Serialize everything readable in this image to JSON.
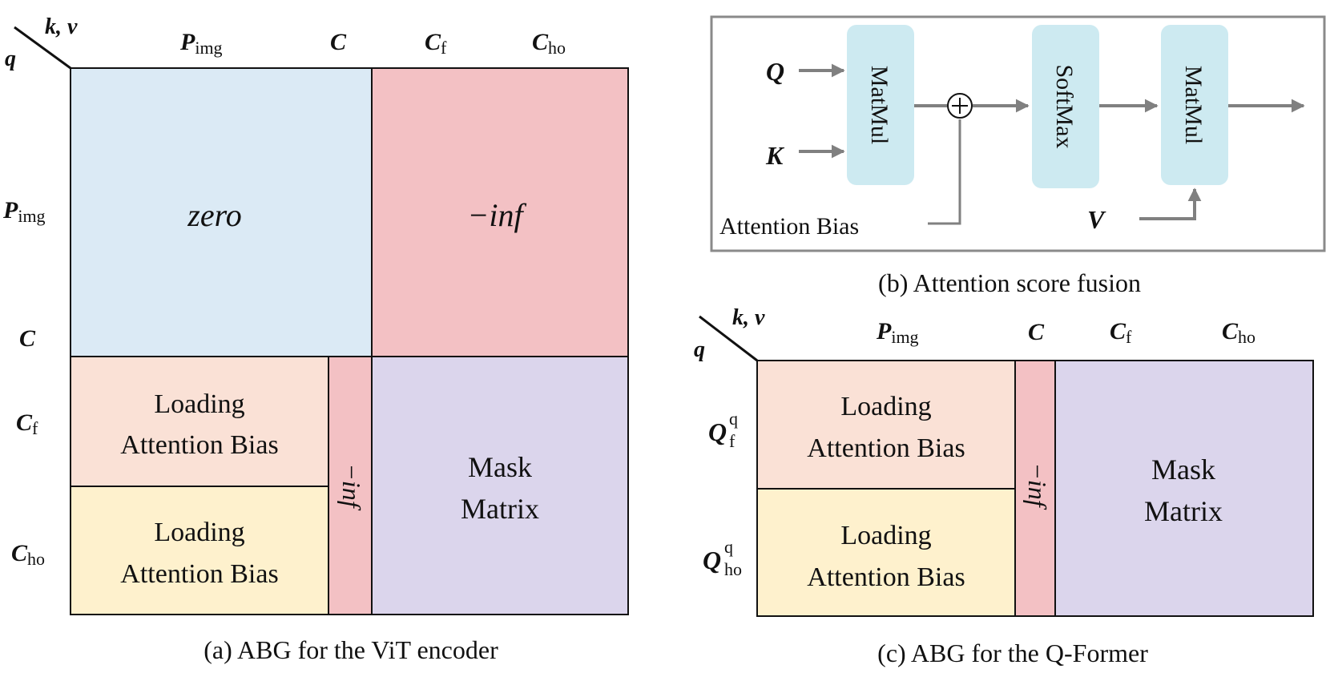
{
  "colors": {
    "blue": "#dbeaf5",
    "red": "#f3c1c4",
    "peach": "#fae1d6",
    "yellow": "#fef1cd",
    "lavender": "#dbd5ec",
    "box": "#cdeaf1",
    "arrow": "#808080",
    "border": "#8a8a8a"
  },
  "panel_a": {
    "corner_q": "q",
    "corner_kv": "k, v",
    "col_headers": [
      {
        "base": "P",
        "sub": "img"
      },
      {
        "base": "C",
        "sub": ""
      },
      {
        "base": "C",
        "sub": "f"
      },
      {
        "base": "C",
        "sub": "ho"
      }
    ],
    "row_headers": [
      {
        "base": "P",
        "sub": "img"
      },
      {
        "base": "C",
        "sub": ""
      },
      {
        "base": "C",
        "sub": "f"
      },
      {
        "base": "C",
        "sub": "ho"
      }
    ],
    "cell_zero": "zero",
    "cell_neg_inf_top": "−inf",
    "cell_neg_inf_strip": "−inf",
    "bias_f": [
      "Loading",
      "Attention Bias"
    ],
    "bias_ho": [
      "Loading",
      "Attention Bias"
    ],
    "mask": [
      "Mask",
      "Matrix"
    ],
    "caption": "(a) ABG for the ViT encoder"
  },
  "panel_b": {
    "q_label": "Q",
    "k_label": "K",
    "v_label": "V",
    "matmul1": "MatMul",
    "softmax": "SoftMax",
    "matmul2": "MatMul",
    "plus": "+",
    "bias_label": "Attention Bias",
    "caption": "(b) Attention score fusion"
  },
  "panel_c": {
    "corner_q": "q",
    "corner_kv": "k, v",
    "col_headers": [
      {
        "base": "P",
        "sub": "img"
      },
      {
        "base": "C",
        "sub": ""
      },
      {
        "base": "C",
        "sub": "f"
      },
      {
        "base": "C",
        "sub": "ho"
      }
    ],
    "row_headers": [
      {
        "base": "Q",
        "sub": "f",
        "sup": "q"
      },
      {
        "base": "Q",
        "sub": "ho",
        "sup": "q"
      }
    ],
    "cell_neg_inf_strip": "−inf",
    "bias_f": [
      "Loading",
      "Attention Bias"
    ],
    "bias_ho": [
      "Loading",
      "Attention Bias"
    ],
    "mask": [
      "Mask",
      "Matrix"
    ],
    "caption": "(c) ABG for the Q-Former"
  }
}
